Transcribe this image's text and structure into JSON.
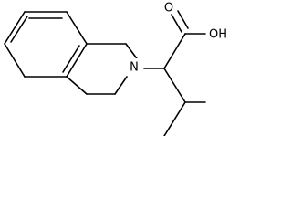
{
  "molecule": {
    "atoms": {
      "n_label": "N",
      "carbonyl_o_label": "O",
      "hydroxyl_label": "OH"
    },
    "colors": {
      "bond": "#000000",
      "background": "#ffffff"
    }
  }
}
